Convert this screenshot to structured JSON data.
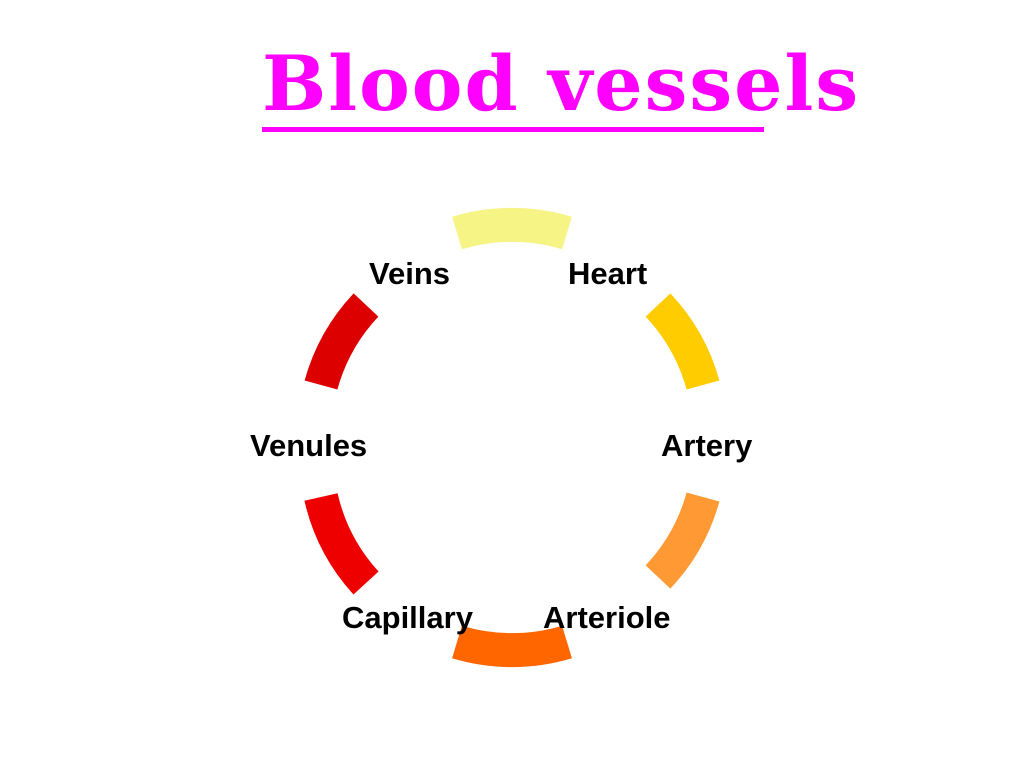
{
  "title": {
    "text": "Blood vessels",
    "color": "#ff00ff"
  },
  "cycle": {
    "nodes": [
      {
        "id": "heart",
        "label": "Heart"
      },
      {
        "id": "artery",
        "label": "Artery"
      },
      {
        "id": "arteriole",
        "label": "Arteriole"
      },
      {
        "id": "capillary",
        "label": "Capillary"
      },
      {
        "id": "venules",
        "label": "Venules"
      },
      {
        "id": "veins",
        "label": "Veins"
      }
    ],
    "segments": [
      {
        "id": "top",
        "color": "#f6f485"
      },
      {
        "id": "upper-right",
        "color": "#ffcc00"
      },
      {
        "id": "lower-right",
        "color": "#ff9933"
      },
      {
        "id": "bottom",
        "color": "#ff6600"
      },
      {
        "id": "lower-left",
        "color": "#ee0000"
      },
      {
        "id": "upper-left",
        "color": "#dd0000"
      }
    ]
  }
}
